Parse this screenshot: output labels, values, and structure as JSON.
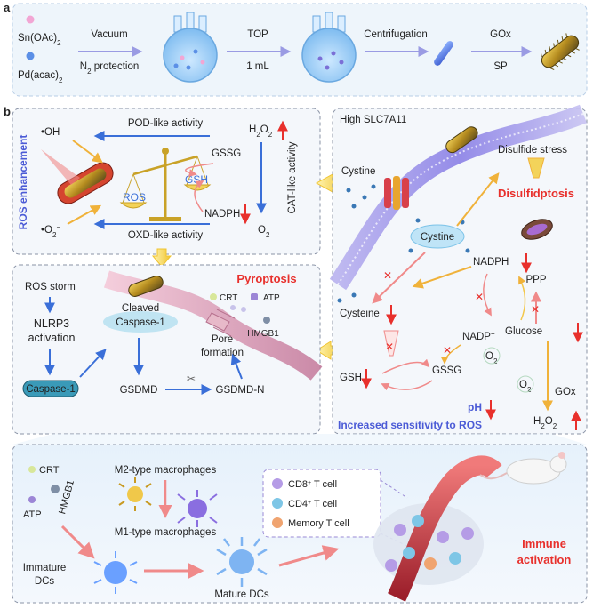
{
  "panel_a": {
    "letter": "a",
    "reagent1": "Sn(OAc)",
    "reagent1_sub": "2",
    "reagent2": "Pd(acac)",
    "reagent2_sub": "2",
    "step1_top": "Vacuum",
    "step1_bottom_pre": "N",
    "step1_bottom_sub": "2",
    "step1_bottom_post": " protection",
    "step2_top": "TOP",
    "step2_bottom": "1 mL",
    "step3_top": "Centrifugation",
    "step4_top": "GOx",
    "step4_bottom": "SP"
  },
  "panel_b": {
    "letter": "b",
    "ros_box": {
      "side_title": "ROS enhancement",
      "oh": "•OH",
      "o2minus_pre": "•O",
      "o2minus_sub": "2",
      "o2minus_sup": "−",
      "pod": "POD-like activity",
      "oxd": "OXD-like activity",
      "cat": "CAT-like activity",
      "h2o2_pre": "H",
      "h2o2_sub1": "2",
      "h2o2_mid": "O",
      "h2o2_sub2": "2",
      "o2_pre": "O",
      "o2_sub": "2",
      "gssg": "GSSG",
      "nadph": "NADPH",
      "ros": "ROS",
      "gsh": "GSH"
    },
    "slc_box": {
      "title": "High SLC7A11",
      "cystine_out": "Cystine",
      "cystine_in": "Cystine",
      "disulfide_stress": "Disulfide stress",
      "disulfidptosis": "Disulfidptosis",
      "nadph": "NADPH",
      "nadp_pre": "NADP",
      "nadp_sup": "+",
      "ppp": "PPP",
      "cysteine": "Cysteine",
      "glucose": "Glucose",
      "gox": "GOx",
      "gsh": "GSH",
      "gssg": "GSSG",
      "o2a_pre": "O",
      "o2a_sub": "2",
      "o2b_pre": "O",
      "o2b_sub": "2",
      "ph": "pH",
      "h2o2_pre": "H",
      "h2o2_sub1": "2",
      "h2o2_mid": "O",
      "h2o2_sub2": "2",
      "bottom_title": "Increased sensitivity to ROS"
    },
    "pyro_box": {
      "title": "Pyroptosis",
      "ros_storm": "ROS storm",
      "nlrp3_l1": "NLRP3",
      "nlrp3_l2": "activation",
      "cleaved_l1": "Cleaved",
      "cleaved_l2": "Caspase-1",
      "caspase1": "Caspase-1",
      "gsdmd": "GSDMD",
      "gsdmdn": "GSDMD-N",
      "pore_l1": "Pore",
      "pore_l2": "formation",
      "crt": "CRT",
      "atp": "ATP",
      "hmgb1": "HMGB1"
    }
  },
  "immune_box": {
    "crt": "CRT",
    "atp": "ATP",
    "hmgb1": "HMGB1",
    "m2": "M2-type macrophages",
    "m1": "M1-type macrophages",
    "immature_l1": "Immature",
    "immature_l2": "DCs",
    "mature": "Mature DCs",
    "cd8_pre": "CD8",
    "cd8_sup": "+",
    "cd8_post": " T cell",
    "cd4_pre": "CD4",
    "cd4_sup": "+",
    "cd4_post": " T cell",
    "memory": "Memory T cell",
    "activation_l1": "Immune",
    "activation_l2": "activation"
  },
  "colors": {
    "red_accent": "#e8302c",
    "blue_arrow": "#3a6fd8",
    "panel_bg": "#eef5fb",
    "title_blue": "#4b5bd6",
    "orange_arrow": "#f0b23a"
  }
}
